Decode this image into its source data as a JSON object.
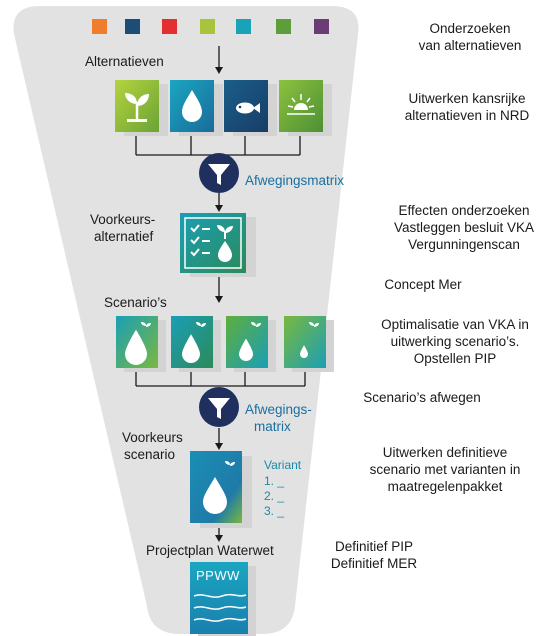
{
  "colors": {
    "funnel": "#e2e2e2",
    "accent_blue": "#1a6fa0",
    "filter_navy": "#1f2f5e",
    "squares": [
      "#f07d2e",
      "#1a4e78",
      "#e32f2f",
      "#a8c43a",
      "#19a3b8",
      "#5e9e3a",
      "#6c3c75"
    ]
  },
  "labels": {
    "alternatieven": "Alternatieven",
    "voorkeurs_alt_1": "Voorkeurs-",
    "voorkeurs_alt_2": "alternatief",
    "scenarios": "Scenario’s",
    "voorkeurs_scen_1": "Voorkeurs",
    "voorkeurs_scen_2": "scenario",
    "projectplan": "Projectplan Waterwet",
    "ppww": "PPWW"
  },
  "matrix": {
    "first": "Afwegingsmatrix",
    "second_1": "Afwegings-",
    "second_2": "matrix"
  },
  "variant": {
    "title": "Variant",
    "items": [
      "1. _",
      "2. _",
      "3. _"
    ]
  },
  "icons": {
    "alternatives": [
      "plant-icon",
      "water-drop-icon",
      "fish-icon",
      "sun-icon"
    ],
    "filter": "funnel-filter-icon",
    "checklist": "checklist-icon"
  },
  "side_notes": [
    {
      "lines": [
        "Onderzoeken",
        "van alternatieven"
      ]
    },
    {
      "lines": [
        "Uitwerken kansrijke",
        "alternatieven in NRD"
      ]
    },
    {
      "lines": [
        "Effecten onderzoeken",
        "Vastleggen besluit VKA",
        "Vergunningenscan"
      ]
    },
    {
      "lines": [
        "Concept Mer"
      ]
    },
    {
      "lines": [
        "Optimalisatie van VKA in",
        "uitwerking scenario’s.",
        "Opstellen PIP"
      ]
    },
    {
      "lines": [
        "Scenario’s afwegen"
      ]
    },
    {
      "lines": [
        "Uitwerken definitieve",
        "scenario met varianten in",
        "maatregelenpakket"
      ]
    },
    {
      "lines": [
        "Definitief PIP",
        "Definitief MER"
      ]
    }
  ]
}
